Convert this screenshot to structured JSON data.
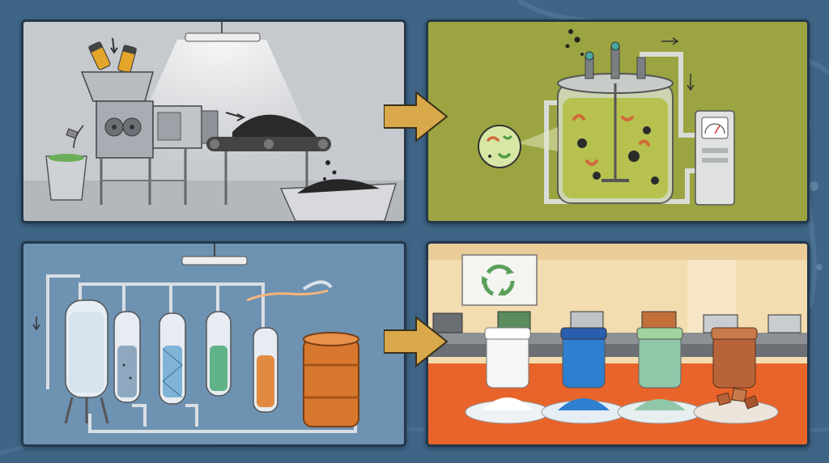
{
  "colors": {
    "background": "#3e6486",
    "panel_border": "#24384c",
    "arrow": "#d8a84a",
    "shredding_bg": "#c9ccd0",
    "bioleaching_bg": "#9aa340",
    "purification_bg": "#6f93b3",
    "products_table": "#e8642a",
    "product_white": "#f4f6f8",
    "product_blue": "#2f7fd0",
    "product_green": "#8fc7a8",
    "product_copper": "#b8643a"
  },
  "icons": {
    "recycle": "recycle-icon",
    "gauge": "gauge-icon",
    "microscope_view": "microbe-magnifier-icon"
  },
  "panels": [
    {
      "id": "battery-shredding",
      "stage": 1
    },
    {
      "id": "bioleaching-reactor",
      "stage": 2
    },
    {
      "id": "purification-columns",
      "stage": 3
    },
    {
      "id": "recovered-materials",
      "stage": 4
    }
  ],
  "products": [
    {
      "name": "white-powder-jar",
      "color": "#f4f6f8"
    },
    {
      "name": "blue-crystal-jar",
      "color": "#2f7fd0"
    },
    {
      "name": "green-powder-jar",
      "color": "#8fc7a8"
    },
    {
      "name": "copper-flakes-jar",
      "color": "#b8643a"
    }
  ]
}
